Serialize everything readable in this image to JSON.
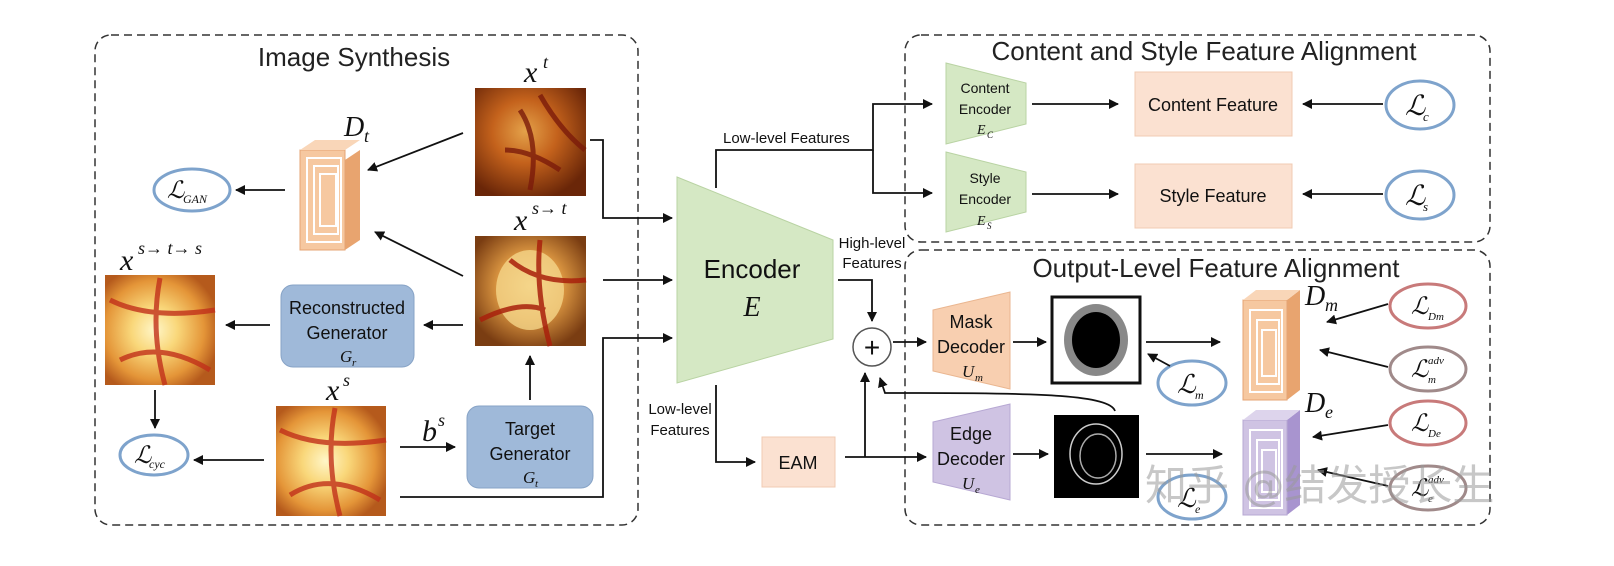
{
  "sections": {
    "image_synthesis": "Image Synthesis",
    "content_style": "Content and Style Feature Alignment",
    "output_level": "Output-Level Feature Alignment"
  },
  "images": {
    "x_t": "x",
    "x_t_sup": "t",
    "x_st": "x",
    "x_st_sup": "s→ t",
    "x_sts": "x",
    "x_sts_sup": "s→ t→ s",
    "x_s": "x",
    "x_s_sup": "s"
  },
  "b_s": {
    "base": "b",
    "sup": "s"
  },
  "discriminators": {
    "d_t": {
      "base": "D",
      "sub": "t"
    },
    "d_m": {
      "base": "D",
      "sub": "m"
    },
    "d_e": {
      "base": "D",
      "sub": "e"
    }
  },
  "generators": {
    "reconstructed": {
      "line1": "Reconstructed",
      "line2": "Generator",
      "sym": "G",
      "sub": "r"
    },
    "target": {
      "line1": "Target",
      "line2": "Generator",
      "sym": "G",
      "sub": "t"
    }
  },
  "encoder": {
    "label": "Encoder",
    "sym": "E"
  },
  "content_encoder": {
    "line1": "Content",
    "line2": "Encoder",
    "sym": "E",
    "sub": "C"
  },
  "style_encoder": {
    "line1": "Style",
    "line2": "Encoder",
    "sym": "E",
    "sub": "S"
  },
  "features": {
    "content": "Content Feature",
    "style": "Style Feature",
    "low_level_top": "Low-level Features",
    "high_level_1": "High-level",
    "high_level_2": "Features",
    "low_level_bottom_1": "Low-level",
    "low_level_bottom_2": "Features"
  },
  "eam": "EAM",
  "mask_decoder": {
    "line1": "Mask",
    "line2": "Decoder",
    "sym": "U",
    "sub": "m"
  },
  "edge_decoder": {
    "line1": "Edge",
    "line2": "Decoder",
    "sym": "U",
    "sub": "e"
  },
  "plus": "+",
  "losses": {
    "gan": {
      "sym": "ℒ",
      "sub": "GAN"
    },
    "cyc": {
      "sym": "ℒ",
      "sub": "cyc"
    },
    "c": {
      "sym": "ℒ",
      "sub": "c"
    },
    "s": {
      "sym": "ℒ",
      "sub": "s"
    },
    "m": {
      "sym": "ℒ",
      "sub": "m"
    },
    "e": {
      "sym": "ℒ",
      "sub": "e"
    },
    "d_m": {
      "sym": "ℒ",
      "sub": "Dm"
    },
    "m_adv": {
      "sym": "ℒ",
      "sub": "m",
      "sup": "adv"
    },
    "d_e": {
      "sym": "ℒ",
      "sub": "De"
    },
    "e_adv": {
      "sym": "ℒ",
      "sub": "e",
      "sup": "adv"
    }
  },
  "watermark": "知乎 @结发授长生",
  "colors": {
    "green": "#d5e8c4",
    "green_stroke": "#a8c68f",
    "orange": "#f8cfb0",
    "purple": "#cfc3e3",
    "peach": "#fbe1d1",
    "blue_box": "#9fb9d9",
    "loss_stroke": "#7ea3cc",
    "loss_red_stroke": "#c87a7a"
  }
}
